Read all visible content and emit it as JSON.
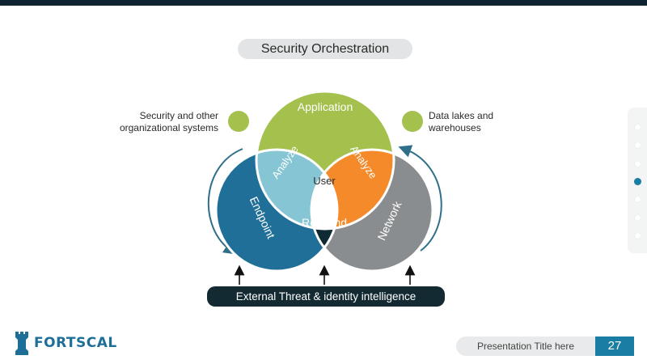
{
  "header": {
    "title": "Security Orchestration"
  },
  "labels": {
    "left_integration": "Security and other organizational systems",
    "right_integration": "Data lakes and warehouses"
  },
  "diagram": {
    "application": "Application",
    "endpoint": "Endpoint",
    "network": "Network",
    "analyze_left": "Analyze",
    "analyze_right": "Analyze",
    "respond": "Respond",
    "user": "User",
    "colors": {
      "application": "#a4c14e",
      "endpoint": "#1f6f98",
      "network": "#8a8d8f",
      "analyze_left": "#86c6d4",
      "analyze_right": "#f58a2b",
      "respond": "#0f2a33",
      "green_dots": "#a4c14e"
    }
  },
  "footer_bar": {
    "label": "External Threat & identity intelligence"
  },
  "footer": {
    "presentation_title": "Presentation Title here",
    "page_number": "27",
    "logo_text": "FORTSCAL"
  },
  "side_nav": {
    "dots": 7,
    "active_index": 3
  }
}
